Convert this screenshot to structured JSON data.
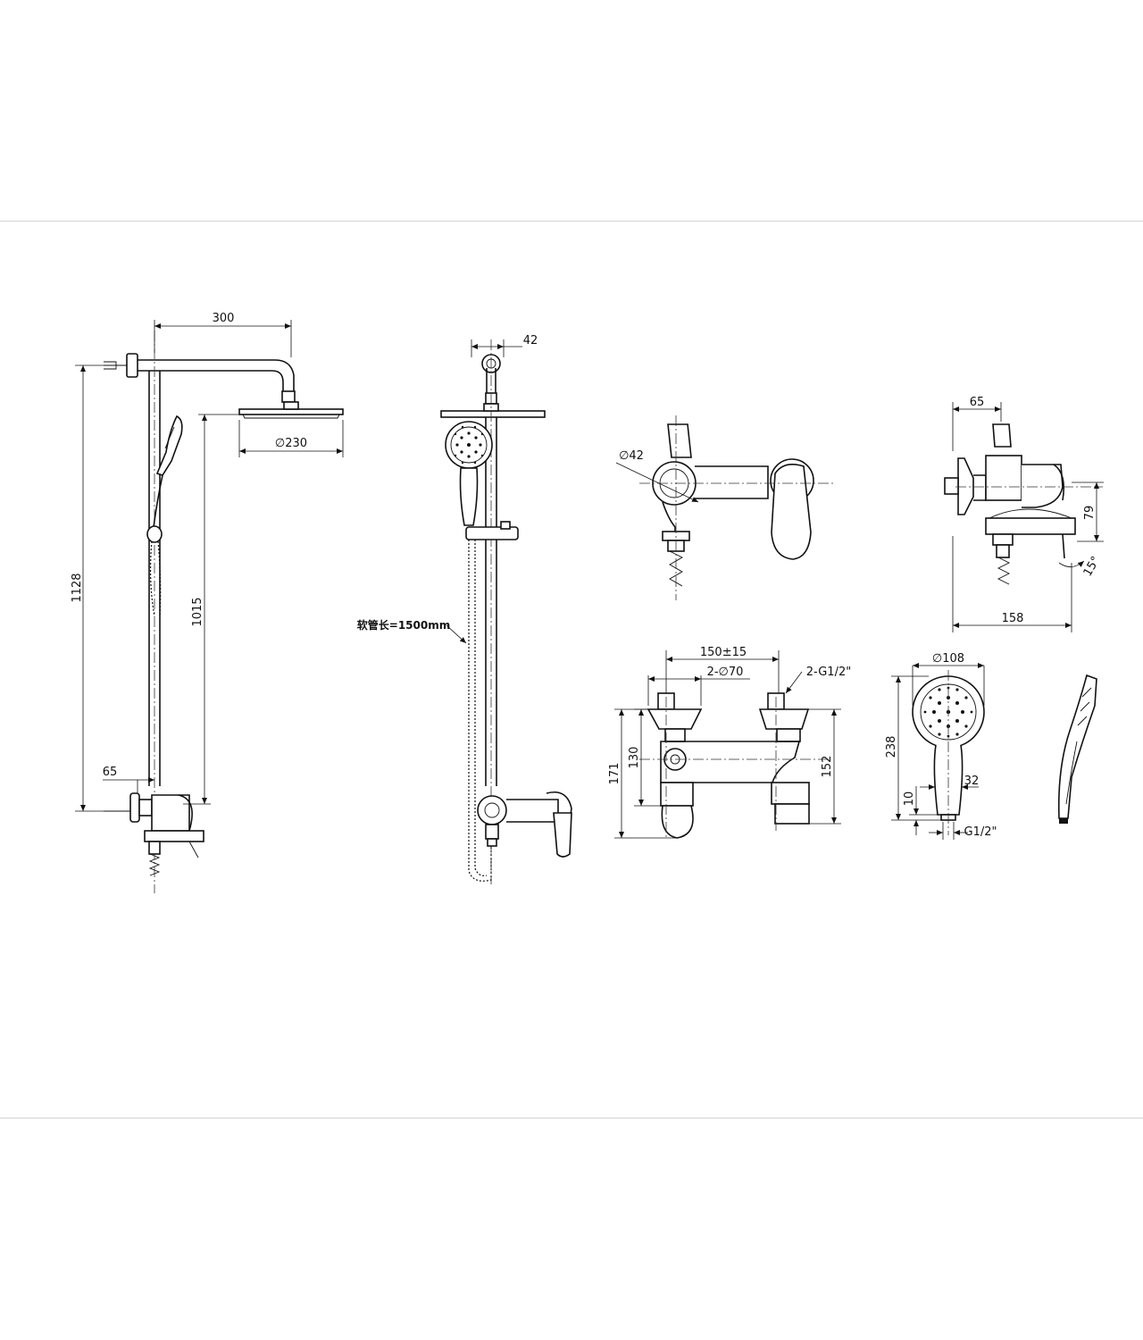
{
  "dimensions": {
    "arm_length": "300",
    "head_diameter": "∅230",
    "wall_to_pipe": "65",
    "total_height": "1128",
    "head_height": "1015",
    "arm_wall": "42",
    "hose_length": "软管长=1500mm",
    "outlet_diameter": "∅42",
    "mixer_depth": "65",
    "mixer_height": "79",
    "mixer_length": "158",
    "mixer_angle": "15°",
    "inlet_spacing": "150±15",
    "flange_diameter": "2-∅70",
    "inlet_thread": "2-G1/2\"",
    "height_171": "171",
    "height_130": "130",
    "height_152": "152",
    "hand_diameter": "∅108",
    "hand_length": "238",
    "handle_width": "32",
    "handle_offset": "10",
    "hand_thread": "G1/2\""
  }
}
